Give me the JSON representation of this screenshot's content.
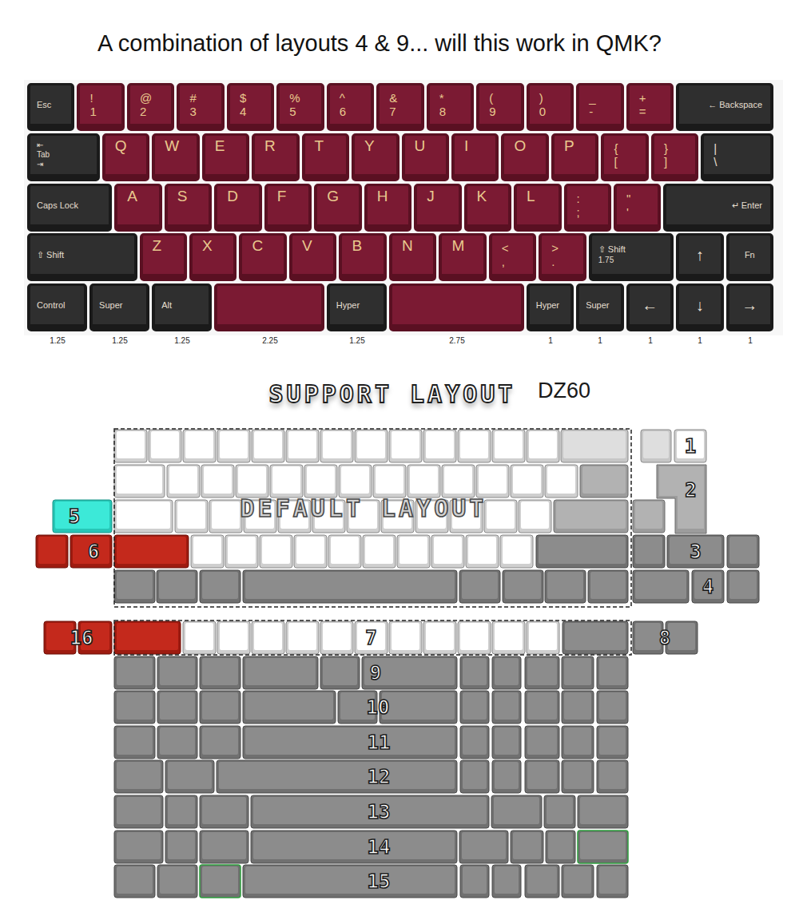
{
  "diagram": {
    "title": "A combination of layouts 4 & 9... will this work in QMK?",
    "nodes": [
      {
        "text": [
          "Esc"
        ]
      },
      {
        "text": [
          "!",
          "1"
        ]
      },
      {
        "text": [
          "@",
          "2"
        ]
      },
      {
        "text": [
          "#",
          "3"
        ]
      },
      {
        "text": [
          "$",
          "4"
        ]
      },
      {
        "text": [
          "%",
          "5"
        ]
      },
      {
        "text": [
          "^",
          "6"
        ]
      },
      {
        "text": [
          "&",
          "7"
        ]
      },
      {
        "text": [
          "*",
          "8"
        ]
      },
      {
        "text": [
          "(",
          "9"
        ]
      },
      {
        "text": [
          ")",
          "0"
        ]
      },
      {
        "text": [
          "_",
          "-"
        ]
      },
      {
        "text": [
          "+",
          "="
        ]
      },
      {
        "text": [
          "← Backspace"
        ]
      },
      {
        "text": [
          "⇤",
          "Tab",
          "⇥"
        ]
      },
      {
        "text": [
          "Q"
        ]
      },
      {
        "text": [
          "W"
        ]
      },
      {
        "text": [
          "E"
        ]
      },
      {
        "text": [
          "R"
        ]
      },
      {
        "text": [
          "T"
        ]
      },
      {
        "text": [
          "Y"
        ]
      },
      {
        "text": [
          "U"
        ]
      },
      {
        "text": [
          "I"
        ]
      },
      {
        "text": [
          "O"
        ]
      },
      {
        "text": [
          "P"
        ]
      },
      {
        "text": [
          "{",
          "["
        ]
      },
      {
        "text": [
          "}",
          "]"
        ]
      },
      {
        "text": [
          "|",
          "\\"
        ]
      },
      {
        "text": [
          "Caps Lock"
        ]
      },
      {
        "text": [
          "A"
        ]
      },
      {
        "text": [
          "S"
        ]
      },
      {
        "text": [
          "D"
        ]
      },
      {
        "text": [
          "F"
        ]
      },
      {
        "text": [
          "G"
        ]
      },
      {
        "text": [
          "H"
        ]
      },
      {
        "text": [
          "J"
        ]
      },
      {
        "text": [
          "K"
        ]
      },
      {
        "text": [
          "L"
        ]
      },
      {
        "text": [
          ":",
          ";"
        ]
      },
      {
        "text": [
          "\"",
          "'"
        ]
      },
      {
        "text": [
          "↵ Enter"
        ]
      },
      {
        "text": [
          "⇧ Shift"
        ]
      },
      {
        "text": [
          "Z"
        ]
      },
      {
        "text": [
          "X"
        ]
      },
      {
        "text": [
          "C"
        ]
      },
      {
        "text": [
          "V"
        ]
      },
      {
        "text": [
          "B"
        ]
      },
      {
        "text": [
          "N"
        ]
      },
      {
        "text": [
          "M"
        ]
      },
      {
        "text": [
          "<",
          ","
        ]
      },
      {
        "text": [
          ">",
          "."
        ]
      },
      {
        "text": [
          "⇧ Shift",
          "1.75"
        ]
      },
      {
        "text": [
          "↑"
        ]
      },
      {
        "text": [
          "Fn"
        ]
      },
      {
        "text": [
          "Control"
        ]
      },
      {
        "text": [
          "Super"
        ]
      },
      {
        "text": [
          "Alt"
        ]
      },
      {
        "text": [
          "Hyper"
        ]
      },
      {
        "text": [
          "Hyper"
        ]
      },
      {
        "text": [
          "Super"
        ]
      },
      {
        "text": [
          "←"
        ]
      },
      {
        "text": [
          "↓"
        ]
      },
      {
        "text": [
          "→"
        ]
      },
      {
        "text": [
          "1"
        ]
      },
      {
        "text": [
          "2"
        ]
      },
      {
        "text": [
          "5"
        ]
      },
      {
        "text": [
          "6"
        ]
      },
      {
        "text": [
          "3"
        ]
      },
      {
        "text": [
          "4"
        ]
      },
      {
        "text": [
          "16"
        ]
      },
      {
        "text": [
          "7"
        ]
      },
      {
        "text": [
          "8"
        ]
      },
      {
        "text": [
          "9"
        ]
      },
      {
        "text": [
          "10"
        ]
      },
      {
        "text": [
          "11"
        ]
      },
      {
        "text": [
          "12"
        ]
      },
      {
        "text": [
          "13"
        ]
      },
      {
        "text": [
          "14"
        ]
      },
      {
        "text": [
          "15"
        ]
      }
    ],
    "labels": [
      "1.25",
      "1.25",
      "1.25",
      "2.25",
      "1.25",
      "2.75",
      "1",
      "1",
      "1",
      "1",
      "1",
      "SUPPORT LAYOUT",
      "DZ60",
      "DEFAULT LAYOUT"
    ]
  }
}
